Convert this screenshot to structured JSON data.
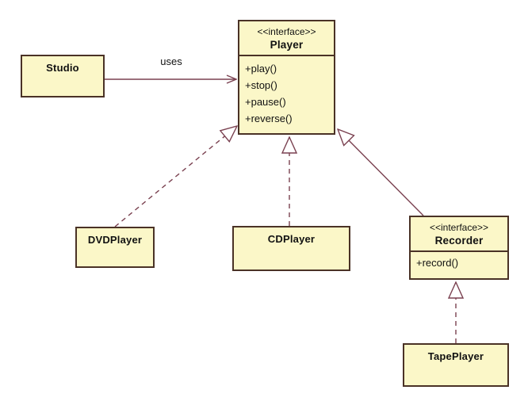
{
  "diagram": {
    "type": "uml-class-diagram",
    "colors": {
      "background": "#FFFFFF",
      "node_fill": "#FBF7C8",
      "node_border": "#4A3226",
      "edge_line": "#7A4150",
      "arrowhead_fill": "#FFFFFF",
      "text": "#111111"
    },
    "nodes": {
      "studio": {
        "name": "Studio"
      },
      "player": {
        "stereotype": "<<interface>>",
        "name": "Player",
        "methods": [
          "+play()",
          "+stop()",
          "+pause()",
          "+reverse()"
        ]
      },
      "dvdplayer": {
        "name": "DVDPlayer"
      },
      "cdplayer": {
        "name": "CDPlayer"
      },
      "recorder": {
        "stereotype": "<<interface>>",
        "name": "Recorder",
        "methods": [
          "+record()"
        ]
      },
      "tapeplayer": {
        "name": "TapePlayer"
      }
    },
    "edges": {
      "uses": {
        "from": "Studio",
        "to": "Player",
        "type": "dependency",
        "line": "solid",
        "arrow": "open",
        "label": "uses"
      },
      "dvd_realizes_player": {
        "from": "DVDPlayer",
        "to": "Player",
        "type": "realization",
        "line": "dashed",
        "arrow": "hollow-triangle"
      },
      "cd_realizes_player": {
        "from": "CDPlayer",
        "to": "Player",
        "type": "realization",
        "line": "dashed",
        "arrow": "hollow-triangle"
      },
      "recorder_extends_player": {
        "from": "Recorder",
        "to": "Player",
        "type": "generalization",
        "line": "solid",
        "arrow": "hollow-triangle"
      },
      "tape_realizes_recorder": {
        "from": "TapePlayer",
        "to": "Recorder",
        "type": "realization",
        "line": "dashed",
        "arrow": "hollow-triangle"
      }
    }
  }
}
